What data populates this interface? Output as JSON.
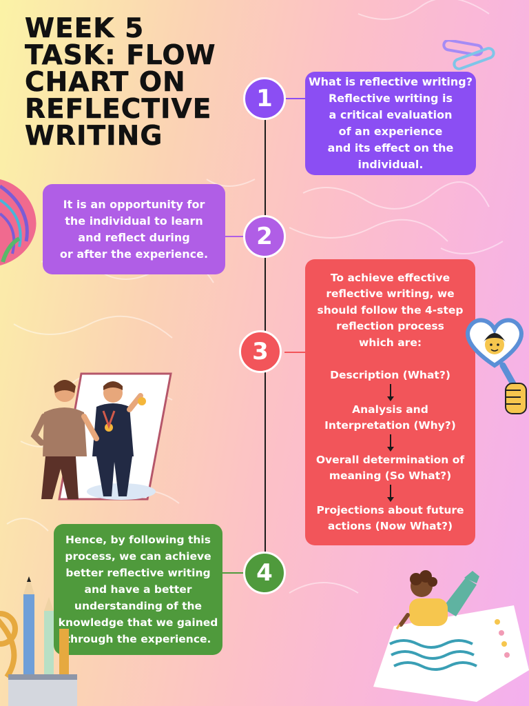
{
  "title_lines": [
    "WEEK 5",
    "TASK: FLOW",
    "CHART ON",
    "REFLECTIVE",
    "WRITING"
  ],
  "colors": {
    "step1": "#8b4ef3",
    "step2": "#b05ee6",
    "step3": "#f2555a",
    "step4": "#4f9a3c"
  },
  "steps": [
    {
      "number": "1",
      "lines": [
        "What is reflective writing?",
        "Reflective writing is",
        "a critical evaluation",
        "of an experience",
        "and its effect on the",
        "individual."
      ]
    },
    {
      "number": "2",
      "lines": [
        "It is an opportunity for",
        "the individual to learn",
        "and reflect during",
        "or after the experience."
      ]
    },
    {
      "number": "3",
      "intro": [
        "To achieve effective",
        "reflective writing, we",
        "should follow the 4-step",
        "reflection process",
        "which are:"
      ],
      "process": [
        [
          "Description (What?)"
        ],
        [
          "Analysis and",
          "Interpretation (Why?)"
        ],
        [
          "Overall determination of",
          "meaning (So What?)"
        ],
        [
          "Projections about future",
          "actions (Now What?)"
        ]
      ]
    },
    {
      "number": "4",
      "lines": [
        "Hence, by following this",
        "process, we can achieve",
        "better reflective writing",
        "and have a better",
        "understanding of the",
        "knowledge that we gained",
        "through the experience."
      ]
    }
  ],
  "icons": [
    "paperclip-icon",
    "feather-icon",
    "mirror-illustration",
    "heart-mirror-icon",
    "pencil-cup-illustration",
    "kid-writing-illustration"
  ]
}
